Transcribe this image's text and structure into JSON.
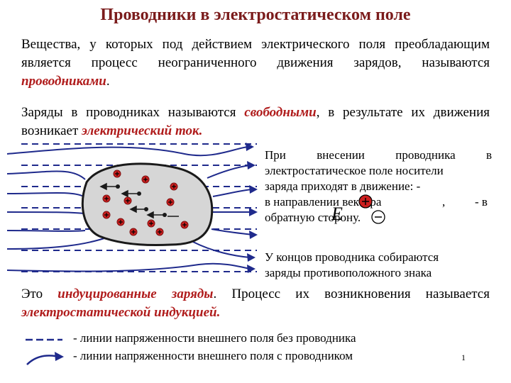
{
  "title": "Проводники в электростатическом поле",
  "p1": {
    "text": "Вещества, у которых под действием электрического поля преобладающим является процесс неограниченного движения зарядов, называются ",
    "highlight": "проводниками",
    "end": "."
  },
  "p2": {
    "text1": "Заряды в проводниках называются ",
    "hl1": "свободными",
    "text2": ", в результате их движения возникает ",
    "hl2": "электрический ток."
  },
  "right_text": {
    "l1": "При    внесении   проводника   в",
    "l2": "электростатическое поле носители",
    "l3": "заряда приходят в движение:       -",
    "l4a": "в направлении вектора",
    "l4b": ",",
    "l4c": "- в",
    "l5": "обратную сторону.",
    "vector_symbol": "E"
  },
  "note": {
    "l1": "У концов проводника собираются",
    "l2": "заряды противоположного знака"
  },
  "p3": {
    "t1": "Это ",
    "hl1": "индуцированные заряды",
    "t2": ". Процесс их возникновения называется ",
    "hl2": "электростатической индукцией."
  },
  "legend": {
    "dashed": "- линии напряженности внешнего поля без проводника",
    "solid": "- линии напряженности внешнего поля с проводником"
  },
  "page_number": "1",
  "colors": {
    "title": "#7b1c1c",
    "highlight": "#b01c1c",
    "line": "#1f2a8c",
    "charge": "#cc1f1f",
    "conductor": "#d6d6d6"
  }
}
